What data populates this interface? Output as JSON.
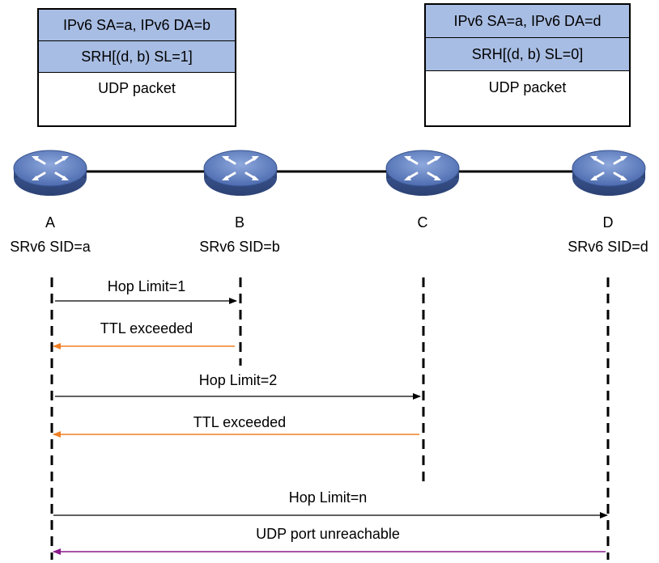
{
  "packet_stacks": [
    {
      "rows": [
        "IPv6 SA=a, IPv6 DA=b",
        "SRH[(d, b) SL=1]",
        "UDP packet"
      ]
    },
    {
      "rows": [
        "IPv6 SA=a, IPv6 DA=d",
        "SRH[(d, b) SL=0]",
        "UDP packet"
      ]
    }
  ],
  "nodes": [
    {
      "name": "A",
      "sid": "SRv6 SID=a"
    },
    {
      "name": "B",
      "sid": "SRv6 SID=b"
    },
    {
      "name": "C",
      "sid": ""
    },
    {
      "name": "D",
      "sid": "SRv6 SID=d"
    }
  ],
  "messages": [
    {
      "label": "Hop Limit=1"
    },
    {
      "label": "TTL exceeded"
    },
    {
      "label": "Hop Limit=2"
    },
    {
      "label": "TTL exceeded"
    },
    {
      "label": "Hop Limit=n"
    },
    {
      "label": "UDP port unreachable"
    }
  ],
  "colors": {
    "request": "#000000",
    "ttl_exceeded": "#f07f24",
    "port_unreachable": "#8b1a8b",
    "header_fill": "#a8bde3",
    "router_fill": "#5f7fc0"
  },
  "icons": [
    "router-icon"
  ]
}
